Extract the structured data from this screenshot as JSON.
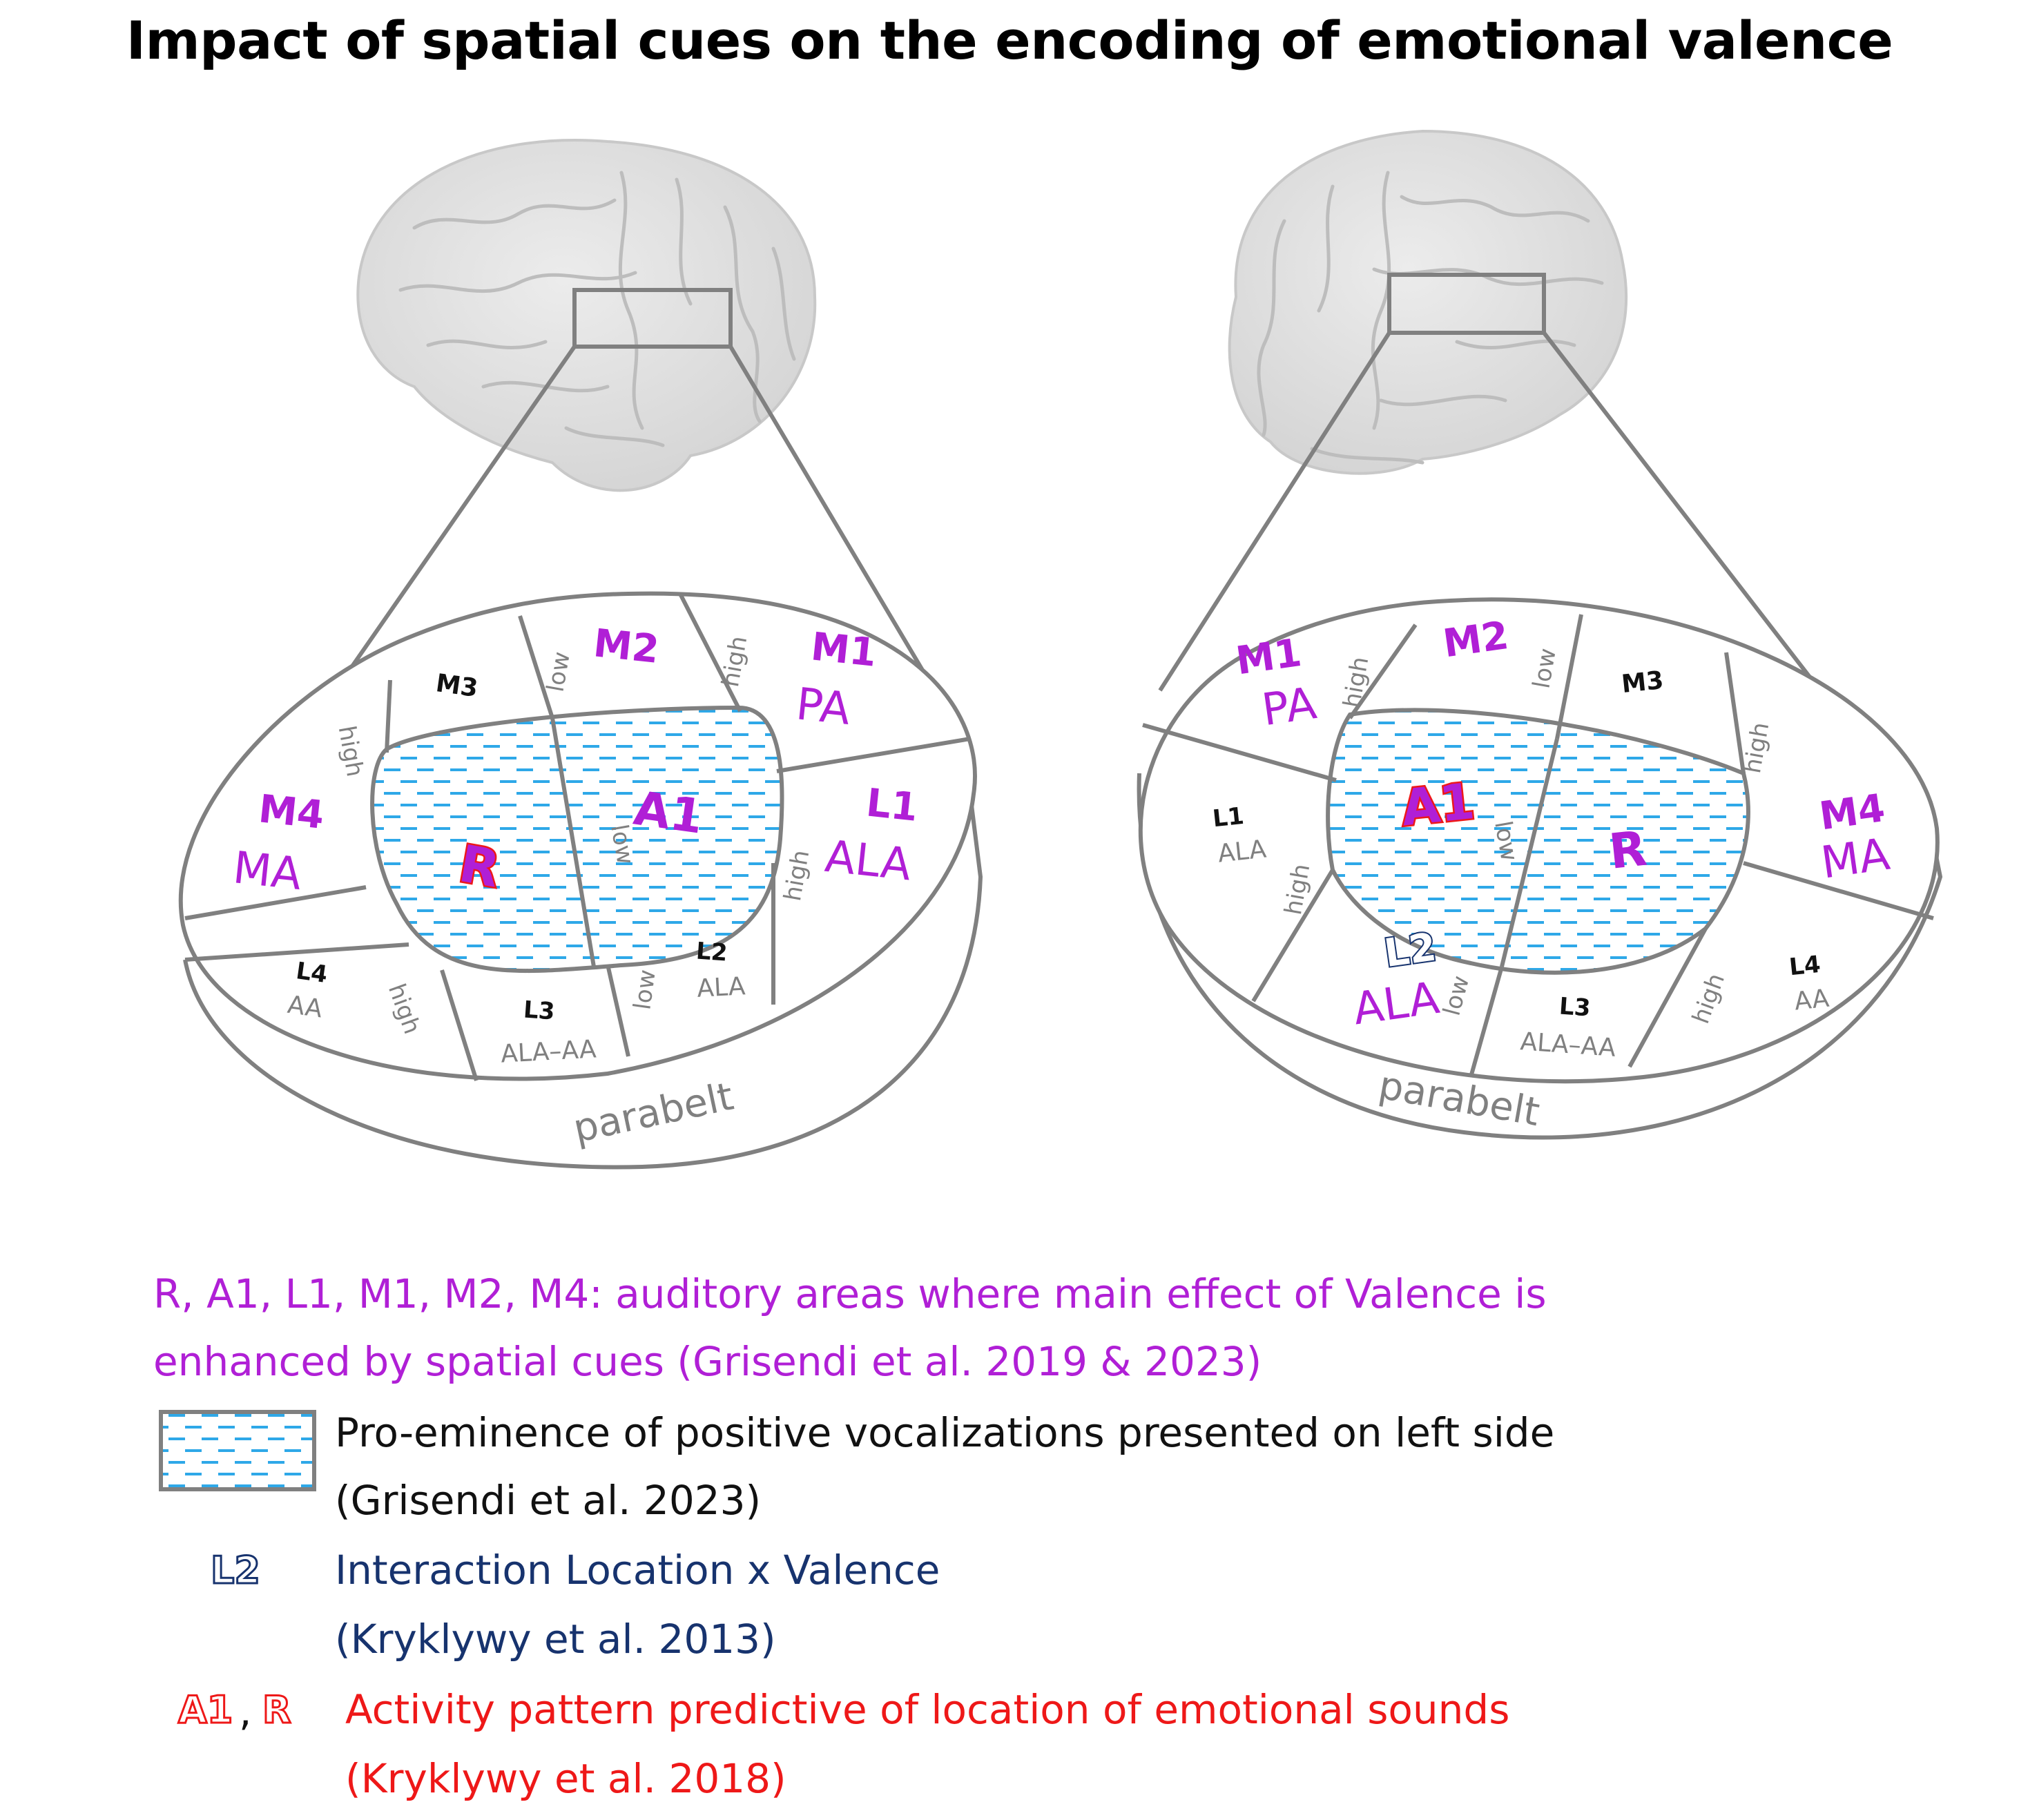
{
  "title": "Impact of spatial cues on the encoding of emotional valence",
  "colors": {
    "purple": "#b01fd6",
    "blue_hatch": "#2ea8e8",
    "outline_gray": "#808080",
    "navy": "#17336e",
    "red": "#ee1818",
    "brain_gray": "#e2e2e2"
  },
  "left_panel": {
    "labels": {
      "m3": "M3",
      "m2": "M2",
      "m1": "M1",
      "pa": "PA",
      "m4": "M4",
      "ma": "MA",
      "l1": "L1",
      "ala_l1": "ALA",
      "r": "R",
      "a1": "A1",
      "l4": "L4",
      "aa_l4": "AA",
      "l3": "L3",
      "ala_aa": "ALA–AA",
      "l2": "L2",
      "ala_l2": "ALA",
      "low_m2": "low",
      "high_m1": "high",
      "high_m4": "high",
      "low_core": "low",
      "high_l1": "high",
      "high_l4": "high",
      "low_l2": "low",
      "parabelt": "parabelt"
    }
  },
  "right_panel": {
    "labels": {
      "m1": "M1",
      "pa": "PA",
      "m2": "M2",
      "m3": "M3",
      "m4": "M4",
      "ma": "MA",
      "l1": "L1",
      "ala_l1": "ALA",
      "a1": "A1",
      "r": "R",
      "l2": "L2",
      "ala_l2": "ALA",
      "l3": "L3",
      "ala_aa": "ALA–AA",
      "l4": "L4",
      "aa_l4": "AA",
      "high_m1": "high",
      "low_m2": "low",
      "high_m4": "high",
      "low_core": "low",
      "high_l1": "high",
      "low_l2": "low",
      "high_l4": "high",
      "parabelt": "parabelt"
    }
  },
  "legend": {
    "valence_line1": "R, A1, L1, M1, M2, M4: auditory areas where main effect of Valence is",
    "valence_line2": "enhanced by spatial cues (Grisendi et al. 2019 & 2023)",
    "hatch_line1": "Pro-eminence of positive vocalizations presented on left side",
    "hatch_line2": " (Grisendi et al. 2023)",
    "l2_symbol": "L2",
    "interaction_line1": "Interaction Location x Valence",
    "interaction_line2": "(Kryklywy et al. 2013)",
    "a1_symbol": "A1",
    "comma": ",",
    "r_symbol": "R",
    "activity_line1": "Activity pattern predictive of location of emotional sounds",
    "activity_line2": "(Kryklywy et al. 2018)"
  }
}
